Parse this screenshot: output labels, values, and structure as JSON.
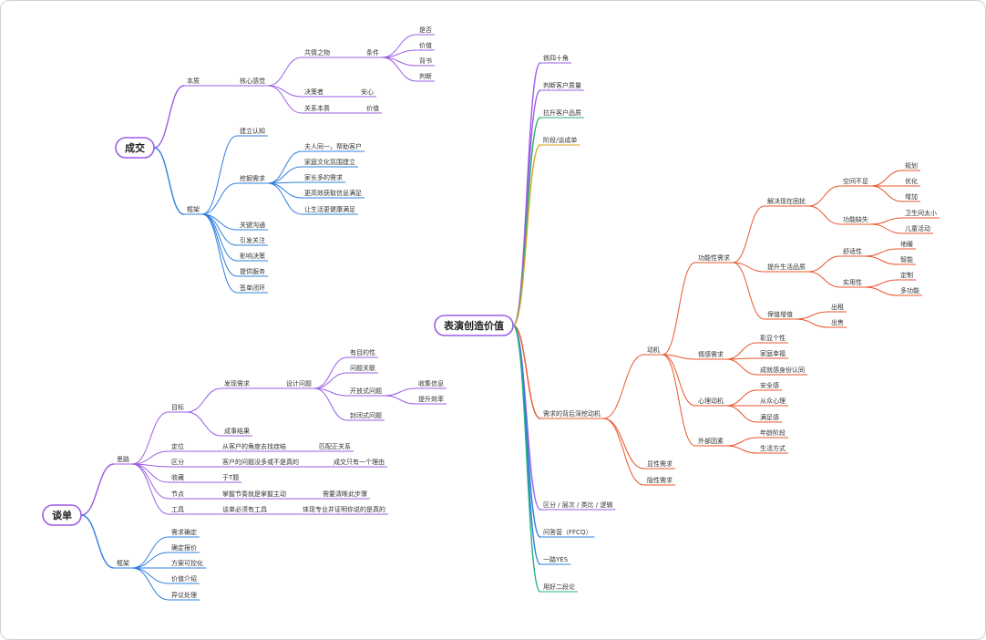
{
  "colors": {
    "purple": "#9b5de5",
    "blue": "#2f7fe0",
    "orange": "#e8552a",
    "green": "#26b07a",
    "yellow": "#d8a51c"
  },
  "mindmaps": [
    {
      "id": "chengjiao",
      "label": "成交",
      "color": "purple",
      "children": [
        {
          "label": "本质",
          "color": "purple",
          "children": [
            {
              "label": "核心感觉",
              "children": [
                {
                  "label": "共情之物",
                  "children": [
                    {
                      "label": "条件",
                      "children": [
                        {
                          "label": "是否"
                        },
                        {
                          "label": "价值"
                        },
                        {
                          "label": "背书"
                        },
                        {
                          "label": "判断"
                        }
                      ]
                    }
                  ]
                },
                {
                  "label": "决策者",
                  "children": [
                    {
                      "label": "安心"
                    }
                  ]
                },
                {
                  "label": "关系本质",
                  "children": [
                    {
                      "label": "价值"
                    }
                  ]
                }
              ]
            }
          ]
        },
        {
          "label": "框架",
          "color": "blue",
          "children": [
            {
              "label": "建立认知"
            },
            {
              "label": "挖掘需求",
              "children": [
                {
                  "label": "夫人同一，帮助客户"
                },
                {
                  "label": "家庭文化氛围建立"
                },
                {
                  "label": "家长多的需求"
                },
                {
                  "label": "更高效获取信息满足"
                },
                {
                  "label": "让生活更健康满足"
                }
              ]
            },
            {
              "label": "关键沟通"
            },
            {
              "label": "引发关注"
            },
            {
              "label": "影响决策"
            },
            {
              "label": "提供服务"
            },
            {
              "label": "签单闭环"
            }
          ]
        }
      ]
    },
    {
      "id": "tandan",
      "label": "谈单",
      "color": "purple",
      "children": [
        {
          "label": "思路",
          "color": "purple",
          "children": [
            {
              "label": "目标",
              "children": [
                {
                  "label": "发现需求",
                  "children": [
                    {
                      "label": "设计问题",
                      "children": [
                        {
                          "label": "有目的性"
                        },
                        {
                          "label": "问题关联"
                        },
                        {
                          "label": "开放式问题",
                          "children": [
                            {
                              "label": "收集信息"
                            },
                            {
                              "label": "提升效率"
                            }
                          ]
                        },
                        {
                          "label": "封闭式问题"
                        }
                      ]
                    }
                  ]
                },
                {
                  "label": "成事结果"
                }
              ]
            },
            {
              "label": "定位",
              "children": [
                {
                  "label": "从客户的角度去找症结",
                  "children": [
                    {
                      "label": "匹配正关系"
                    }
                  ]
                }
              ]
            },
            {
              "label": "区分",
              "children": [
                {
                  "label": "客户的问题没多或不是真的",
                  "children": [
                    {
                      "label": "成交只有一个理由"
                    }
                  ]
                }
              ]
            },
            {
              "label": "收藏",
              "children": [
                {
                  "label": "于T题"
                }
              ]
            },
            {
              "label": "节点",
              "children": [
                {
                  "label": "掌握节奏就是掌握主动",
                  "children": [
                    {
                      "label": "需要清晰此步骤"
                    }
                  ]
                }
              ]
            },
            {
              "label": "工具",
              "children": [
                {
                  "label": "谈单必须有工具",
                  "children": [
                    {
                      "label": "体现专业并证明你说的是真的"
                    }
                  ]
                }
              ]
            }
          ]
        },
        {
          "label": "框架",
          "color": "blue",
          "children": [
            {
              "label": "需求确定"
            },
            {
              "label": "确定报价"
            },
            {
              "label": "方案可控化"
            },
            {
              "label": "价值介绍"
            },
            {
              "label": "异议处理"
            }
          ]
        }
      ]
    },
    {
      "id": "biaoyan",
      "label": "表演创造价值",
      "color": "purple",
      "children": [
        {
          "label": "铁四十角",
          "color": "purple"
        },
        {
          "label": "判断客户质量",
          "color": "purple"
        },
        {
          "label": "拉升客户品质",
          "color": "green"
        },
        {
          "label": "阶段/谈成单",
          "color": "yellow"
        },
        {
          "label": "需求的背后深挖动机",
          "color": "orange",
          "children": [
            {
              "label": "动机",
              "children": [
                {
                  "label": "功能性需求",
                  "children": [
                    {
                      "label": "解决现在困扰",
                      "children": [
                        {
                          "label": "空间不足",
                          "children": [
                            {
                              "label": "规划"
                            },
                            {
                              "label": "优化"
                            },
                            {
                              "label": "增加"
                            }
                          ]
                        },
                        {
                          "label": "功能缺失",
                          "children": [
                            {
                              "label": "卫生间太小"
                            },
                            {
                              "label": "儿童活动"
                            }
                          ]
                        }
                      ]
                    },
                    {
                      "label": "提升生活品质",
                      "children": [
                        {
                          "label": "舒适性",
                          "children": [
                            {
                              "label": "地暖"
                            },
                            {
                              "label": "智能"
                            }
                          ]
                        },
                        {
                          "label": "实用性",
                          "children": [
                            {
                              "label": "定制"
                            },
                            {
                              "label": "多功能"
                            }
                          ]
                        }
                      ]
                    },
                    {
                      "label": "保值增值",
                      "children": [
                        {
                          "label": "出租"
                        },
                        {
                          "label": "出售"
                        }
                      ]
                    }
                  ]
                },
                {
                  "label": "情感需求",
                  "children": [
                    {
                      "label": "彰显个性"
                    },
                    {
                      "label": "家庭幸福"
                    },
                    {
                      "label": "成就感身份认同"
                    }
                  ]
                },
                {
                  "label": "心理动机",
                  "children": [
                    {
                      "label": "安全感"
                    },
                    {
                      "label": "从众心理"
                    },
                    {
                      "label": "满足感"
                    }
                  ]
                },
                {
                  "label": "外部因素",
                  "children": [
                    {
                      "label": "年龄阶段"
                    },
                    {
                      "label": "生活方式"
                    }
                  ]
                }
              ]
            },
            {
              "label": "显性需求"
            },
            {
              "label": "隐性需求"
            }
          ]
        },
        {
          "label": "区分 / 层次 / 类比 / 逻辑",
          "color": "purple"
        },
        {
          "label": "问答营（FFCQ）",
          "color": "blue"
        },
        {
          "label": "一路YES",
          "color": "blue"
        },
        {
          "label": "用好二段论",
          "color": "green"
        }
      ]
    }
  ]
}
